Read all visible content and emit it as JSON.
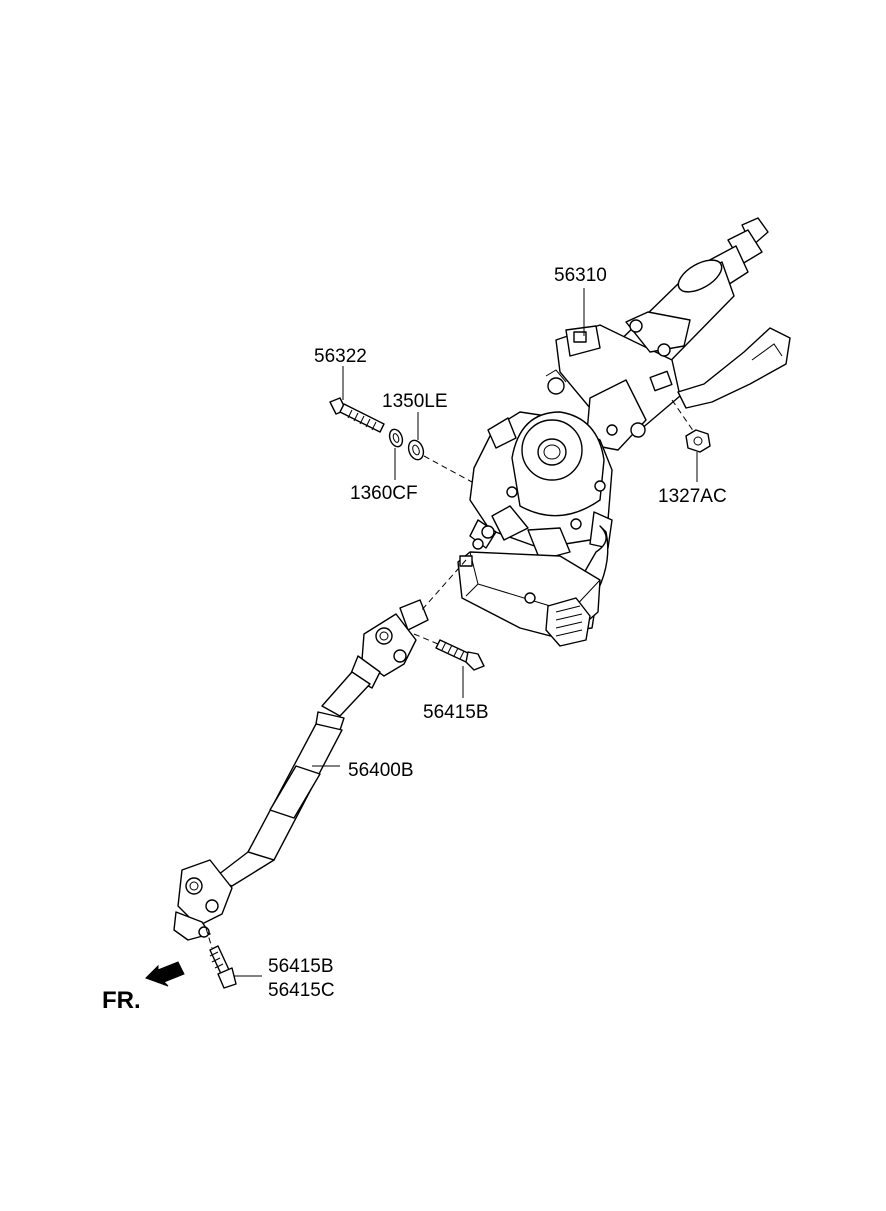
{
  "labels": {
    "p56310": "56310",
    "p56322": "56322",
    "p1350LE": "1350LE",
    "p1360CF": "1360CF",
    "p1327AC": "1327AC",
    "p56415B_top": "56415B",
    "p56400B": "56400B",
    "p56415B_bottom": "56415B",
    "p56415C": "56415C"
  },
  "direction": {
    "label": "FR."
  }
}
